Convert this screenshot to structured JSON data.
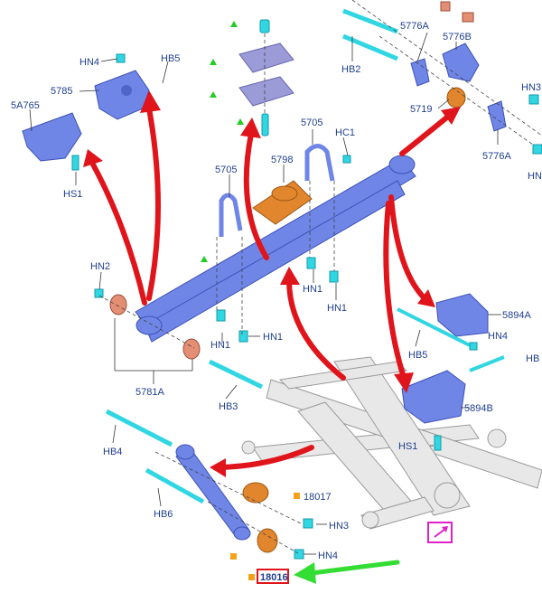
{
  "labels": {
    "hn4_top": "HN4",
    "hb5_top": "HB5",
    "p5785": "5785",
    "p5a765": "5A765",
    "hs1_top": "HS1",
    "p5705_a": "5705",
    "p5705_b": "5705",
    "p5798": "5798",
    "hc1": "HC1",
    "p5776a_top": "5776A",
    "p5776b": "5776B",
    "hb2": "HB2",
    "p5719": "5719",
    "p5776a_bottom": "5776A",
    "hn3_right": "HN3",
    "hn_right": "HN",
    "hn2": "HN2",
    "hn1_a": "HN1",
    "hn1_b": "HN1",
    "hn1_c": "HN1",
    "hn1_d": "HN1",
    "p5781a": "5781A",
    "hb3": "HB3",
    "p5894a": "5894A",
    "hb5_right": "HB5",
    "hn4_right": "HN4",
    "hb_right": "HB",
    "p5894b": "5894B",
    "hs1_bottom": "HS1",
    "hb4": "HB4",
    "hb6": "HB6",
    "p18017": "18017",
    "hn3_bottom": "HN3",
    "hn4_bottom": "HN4",
    "p18016": "18016"
  },
  "colors": {
    "part_blue": "#6f86e6",
    "fastener_cyan": "#31d6e3",
    "bushing_orange": "#e1862d",
    "arrow_red": "#e0141b",
    "arrow_green": "#33dd33",
    "highlight_red": "#e0141b",
    "callout_magenta": "#e020c8",
    "label_blue": "#1f3f8f"
  },
  "icons": {
    "callout": "detail-view-icon",
    "flag": "green-triangle-marker",
    "marker": "orange-square-marker"
  }
}
